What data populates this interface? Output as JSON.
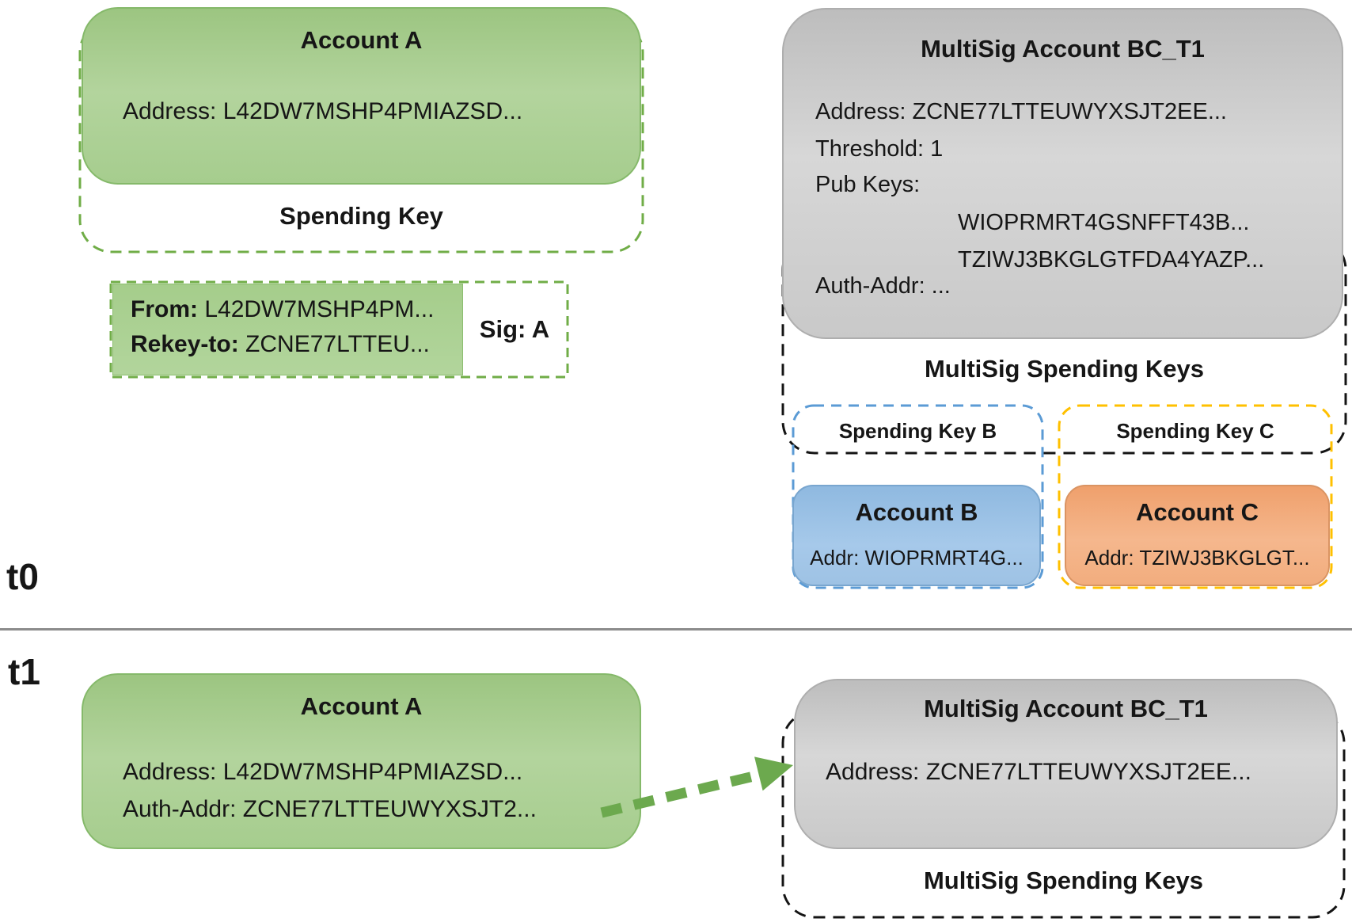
{
  "t0": {
    "label": "t0",
    "account_a": {
      "title": "Account A",
      "address_line": "Address: L42DW7MSHP4PMIAZSD...",
      "spending_key_label": "Spending Key"
    },
    "rekey_txn": {
      "from_label": "From:",
      "from_value": "L42DW7MSHP4PM...",
      "rekey_label": "Rekey-to:",
      "rekey_value": "ZCNE77LTTEU...",
      "sig_label": "Sig: A"
    },
    "multisig": {
      "title": "MultiSig Account BC_T1",
      "address_line": "Address: ZCNE77LTTEUWYXSJT2EE...",
      "threshold_line": "Threshold: 1",
      "pubkeys_label": "Pub Keys:",
      "pubkey_1": "WIOPRMRT4GSNFFT43B...",
      "pubkey_2": "TZIWJ3BKGLGTFDA4YAZP...",
      "auth_addr_line": "Auth-Addr: ...",
      "spending_keys_title": "MultiSig Spending Keys",
      "spending_key_b_label": "Spending Key B",
      "spending_key_c_label": "Spending Key C",
      "account_b": {
        "title": "Account B",
        "addr_line": "Addr: WIOPRMRT4G..."
      },
      "account_c": {
        "title": "Account C",
        "addr_line": "Addr: TZIWJ3BKGLGT..."
      }
    }
  },
  "t1": {
    "label": "t1",
    "account_a": {
      "title": "Account A",
      "address_line": "Address: L42DW7MSHP4PMIAZSD...",
      "auth_addr_line": "Auth-Addr: ZCNE77LTTEUWYXSJT2..."
    },
    "multisig": {
      "title": "MultiSig Account BC_T1",
      "address_line": "Address: ZCNE77LTTEUWYXSJT2EE...",
      "spending_keys_title": "MultiSig Spending Keys"
    }
  },
  "colors": {
    "account_green": "#a9d18e",
    "green_dash": "#70ad47",
    "multisig_gray": "#cccccc",
    "black_dash": "#141414",
    "account_blue": "#9dc3e6",
    "blue_dash": "#5b9bd5",
    "account_orange": "#f4b183",
    "yellow_dash": "#ffc000",
    "arrow_green": "#6ca94e"
  }
}
